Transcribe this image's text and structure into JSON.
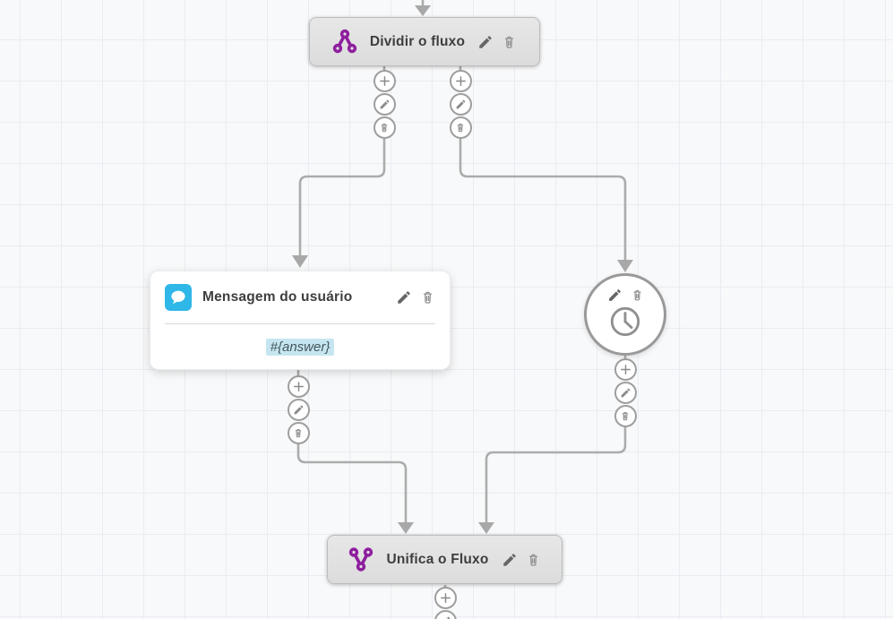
{
  "canvas": {
    "background_color": "#f8f9fa",
    "grid_line_color": "#e9ecf3",
    "edge_color": "#acacac"
  },
  "nodes": {
    "split": {
      "title": "Dividir o fluxo",
      "icon": "split-flow-icon",
      "icon_color": "#8e1f9e",
      "actions": [
        "edit",
        "delete"
      ]
    },
    "user_message": {
      "title": "Mensagem do usuário",
      "icon": "chat-bubble-icon",
      "icon_bg_color": "#2fb7e8",
      "body_text": "#{answer}",
      "highlight_color": "#c5e6f0",
      "actions": [
        "edit",
        "delete"
      ]
    },
    "wait": {
      "icon": "clock-icon",
      "actions": [
        "edit",
        "delete"
      ]
    },
    "merge": {
      "title": "Unifica o Fluxo",
      "icon": "merge-flow-icon",
      "icon_color": "#8e1f9e",
      "actions": [
        "edit",
        "delete"
      ]
    }
  },
  "port_buttons": {
    "items": [
      "add-connection",
      "edit-connection",
      "delete-connection"
    ],
    "icons": [
      "plus-icon",
      "pencil-icon",
      "trash-icon"
    ]
  }
}
